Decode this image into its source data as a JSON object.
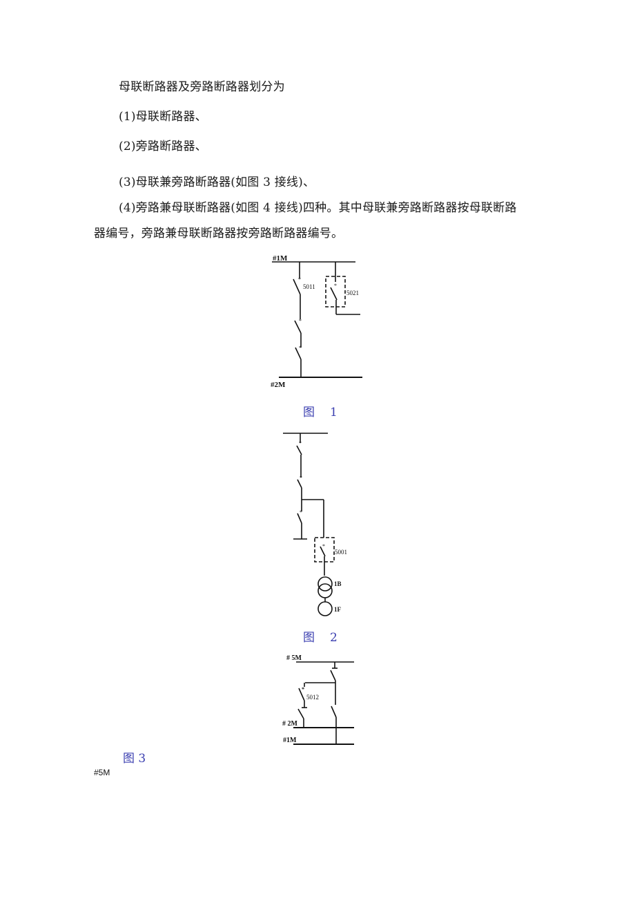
{
  "document": {
    "paragraphs": [
      "母联断路器及旁路断路器划分为",
      "(1)母联断路器、",
      "(2)旁路断路器、",
      "(3)母联兼旁路断路器(如图 3 接线)、",
      "(4)旁路兼母联断路器(如图 4 接线)四种。其中母联兼旁路断路器按母联断路",
      "器编号，旁路兼母联断路器按旁路断路器编号。"
    ],
    "figures": [
      {
        "caption_char": "图",
        "caption_num": "1",
        "labels": {
          "bus_top": "#1M",
          "bus_bottom": "#2M",
          "breaker_a": "5011",
          "breaker_b": "5021"
        }
      },
      {
        "caption_char": "图",
        "caption_num": "2",
        "labels": {
          "breaker": "5001",
          "transformer": "1B",
          "generator": "1F"
        }
      },
      {
        "caption": "图 3",
        "labels": {
          "bus_top": "# 5M",
          "bus_mid": "# 2M",
          "bus_bottom": "#1M",
          "breaker": "5012"
        }
      }
    ],
    "stray_label": "#5M"
  },
  "colors": {
    "text": "#1a1a1a",
    "caption": "#3b3fb0",
    "line": "#111111"
  }
}
